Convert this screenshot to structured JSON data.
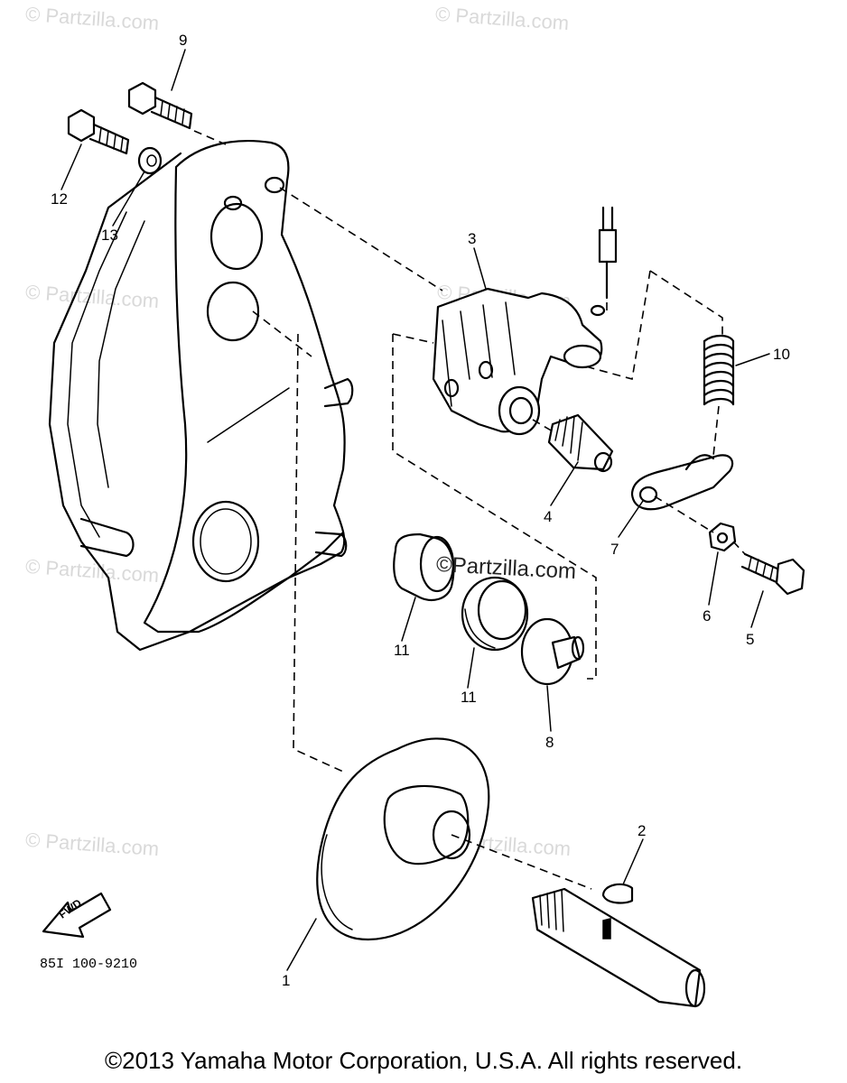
{
  "watermarks": {
    "top_left": "© Partzilla.com",
    "top_center": "© Partzilla.com",
    "mid_left": "© Partzilla.com",
    "mid_left2": "© Partzilla.com",
    "center_dark": "©Partzilla.com",
    "lower_left": "© Partzilla.com",
    "lower_center": "© Partzilla.com",
    "upper_center": "© Partzilla.com"
  },
  "callouts": {
    "c9": "9",
    "c12": "12",
    "c13": "13",
    "c3": "3",
    "c10": "10",
    "c4": "4",
    "c7": "7",
    "c6": "6",
    "c5": "5",
    "c11a": "11",
    "c11b": "11",
    "c8": "8",
    "c2": "2",
    "c1": "1"
  },
  "fwd_label": "FWD",
  "diagram_code": "85I 100-9210",
  "copyright": "©2013 Yamaha Motor Corporation, U.S.A. All rights reserved."
}
